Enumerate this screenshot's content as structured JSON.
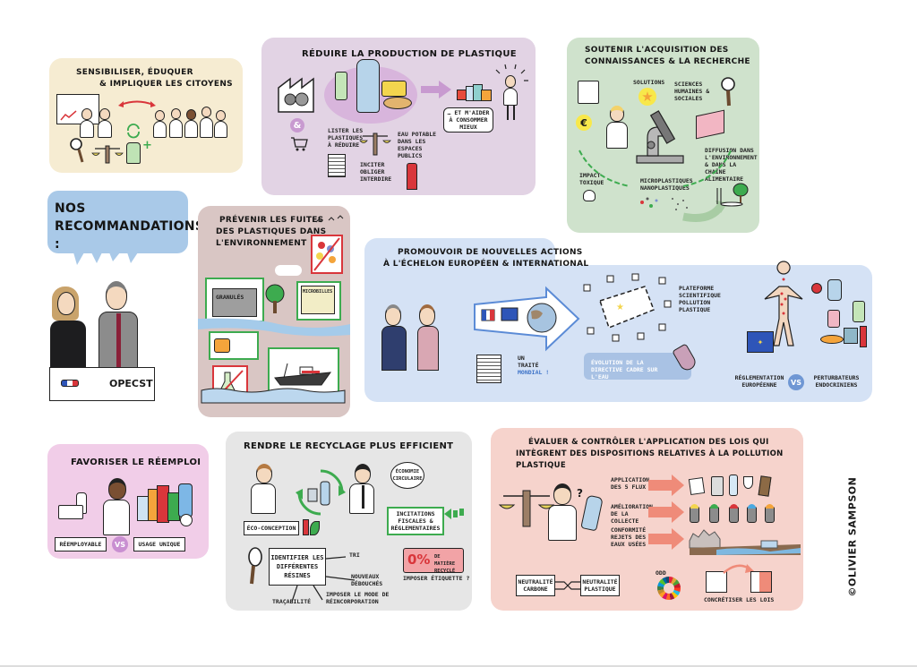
{
  "colors": {
    "sensibiliser_bg": "#f6ecd2",
    "reduire_bg": "#e2d3e4",
    "recherche_bg": "#cfe2cc",
    "recommandations_bubble": "#a9c9e8",
    "prevenir_bg": "#d9c6c4",
    "promouvoir_bg": "#d5e2f5",
    "reemploi_bg": "#f1cde8",
    "recyclage_bg": "#e6e6e6",
    "evaluer_bg": "#f6d3cc",
    "accent_red": "#d9363b",
    "accent_green": "#3dab4f",
    "salmon_arrow": "#ef8b79",
    "vs_purple": "#c98fd1",
    "vs_blue": "#6f97d4"
  },
  "panels": {
    "sensibiliser": {
      "title_line1": "Sensibiliser, éduquer",
      "title_line2": "& impliquer les citoyens"
    },
    "reduire": {
      "title": "Réduire la production de plastique",
      "label_lister": "Lister les plastiques à réduire",
      "label_inciter": "Inciter obliger interdire",
      "label_eau": "Eau potable dans les espaces publics",
      "speech": "… et m'aider à consommer mieux",
      "ampersand": "&"
    },
    "recherche": {
      "title_line1": "Soutenir l'acquisition des",
      "title_line2": "connaissances & la recherche",
      "label_solutions": "Solutions",
      "label_sciences": "Sciences humaines & sociales",
      "label_diffusion": "Diffusion dans l'environnement & dans la chaîne alimentaire",
      "label_impact": "Impact toxique",
      "label_micro": "Microplastiques nanoplastiques",
      "euro_symbol": "€"
    },
    "recommandations": {
      "bubble_line1": "Nos",
      "bubble_line2": "recommandations :",
      "desk_label": "OPECST"
    },
    "prevenir": {
      "title_line1": "Prévenir les fuites",
      "title_line2": "des plastiques dans",
      "title_line3": "l'environnement",
      "label_granules": "Granulés",
      "label_microbilles": "Microbilles"
    },
    "promouvoir": {
      "title_line1": "Promouvoir de nouvelles actions",
      "title_line2": "à l'échelon européen & international",
      "label_traite_1": "Un traité",
      "label_traite_2": "mondial !",
      "label_plateforme": "Plateforme scientifique pollution plastique",
      "label_directive": "Évolution de la directive cadre sur l'eau",
      "label_reglementation": "Réglementation européenne",
      "vs": "VS",
      "label_perturbateurs": "Perturbateurs endocriniens"
    },
    "reemploi": {
      "title": "Favoriser le réemploi",
      "label_reemployable": "Réemployable",
      "vs": "VS",
      "label_usage_unique": "Usage unique"
    },
    "recyclage": {
      "title": "Rendre le recyclage plus efficient",
      "speech": "Économie circulaire",
      "label_eco": "Éco-conception",
      "label_incitations": "Incitations fiscales & réglementaires",
      "label_identifier": "Identifier les différentes résines",
      "label_tri": "Tri",
      "label_debouches": "Nouveaux débouchés",
      "label_imposer_mode": "Imposer le mode de réincorporation",
      "label_tracabilite": "Traçabilité",
      "percent": "0%",
      "label_matiere": "de matière recyclé",
      "label_etiquette": "Imposer étiquette ?"
    },
    "evaluer": {
      "title_line1": "Évaluer & contrôler l'application des lois qui",
      "title_line2": "intègrent des dispositions relatives à la pollution plastique",
      "row1": "Application des 5 flux",
      "row2": "Amélioration de la collecte",
      "row3": "Conformité rejets des eaux usées",
      "label_neutralite_carbone": "Neutralité carbone",
      "label_neutralite_plastique": "Neutralité plastique",
      "label_odd": "ODD",
      "label_concretiser": "Concrétiser les lois"
    }
  },
  "credit": "©Olivier Sampson"
}
